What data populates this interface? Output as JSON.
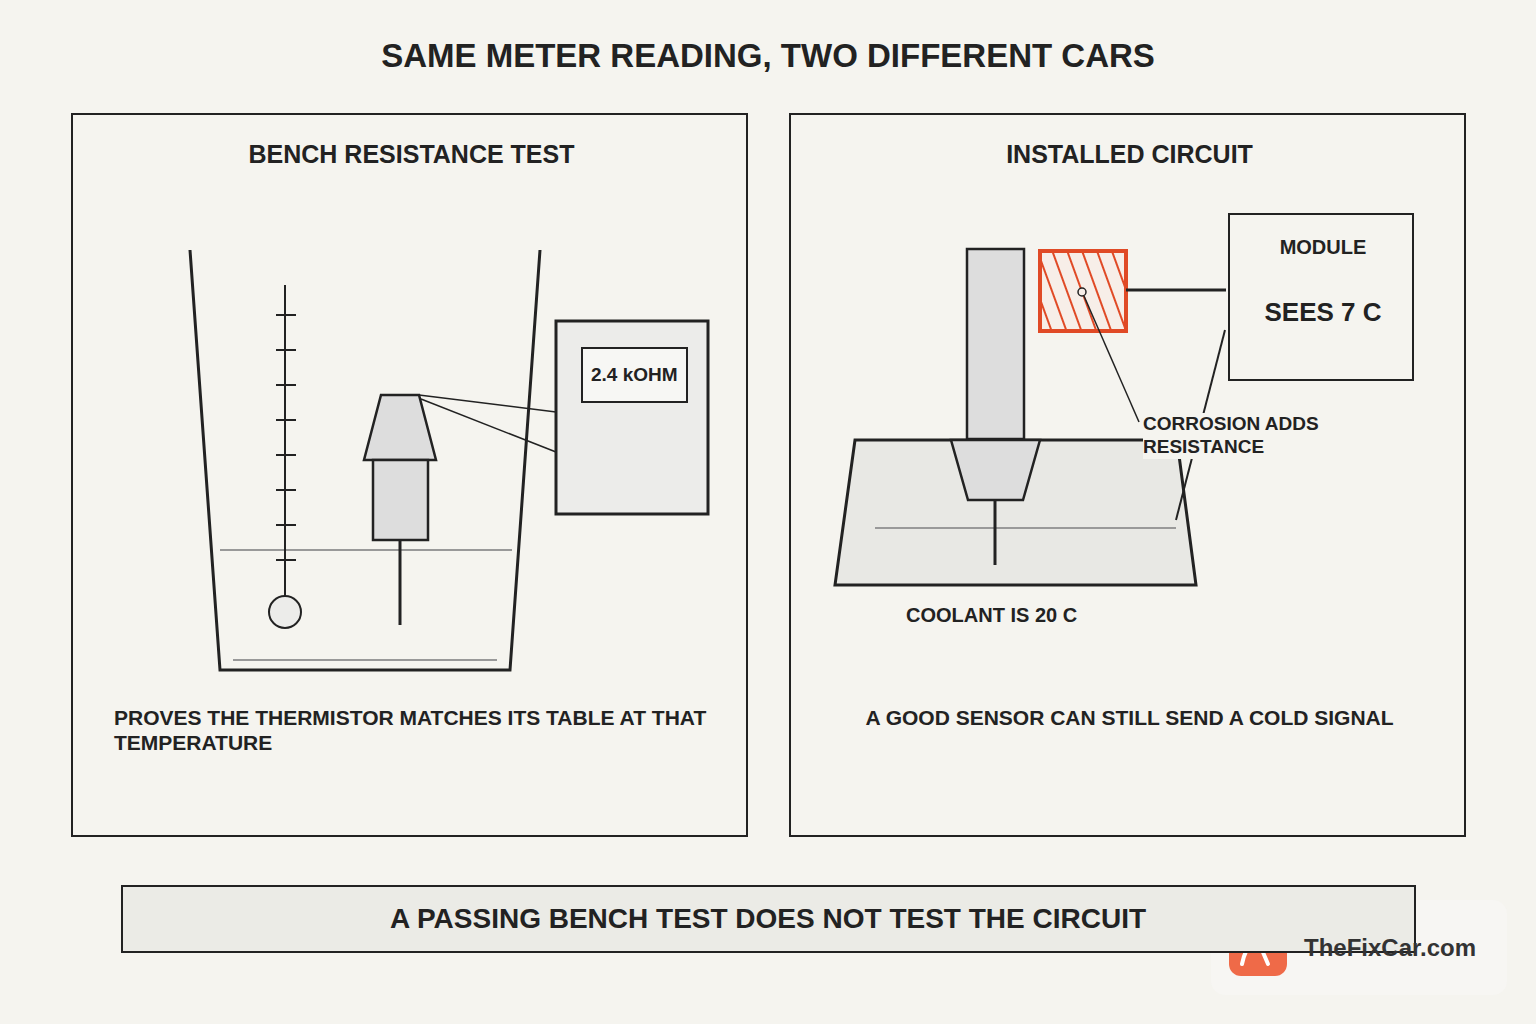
{
  "diagram": {
    "title": "SAME METER READING, TWO DIFFERENT CARS",
    "nodes": [
      {
        "text": [
          "BENCH RESISTANCE TEST",
          "PROVES THE THERMISTOR MATCHES ITS TABLE AT THAT TEMPERATURE"
        ]
      },
      {
        "text": [
          "2.4 kOHM"
        ],
        "in": 0
      },
      {
        "text": [
          "INSTALLED CIRCUIT",
          "A GOOD SENSOR CAN STILL SEND A COLD SIGNAL"
        ]
      },
      {
        "text": [
          "MODULE",
          "SEES 7 C"
        ],
        "in": 2
      },
      {
        "text": [
          "A PASSING BENCH TEST DOES NOT TEST THE CIRCUIT"
        ]
      }
    ],
    "labels": [
      "CORROSION ADDS RESISTANCE",
      "COOLANT IS 20 C",
      "TheFixCar.com"
    ]
  }
}
